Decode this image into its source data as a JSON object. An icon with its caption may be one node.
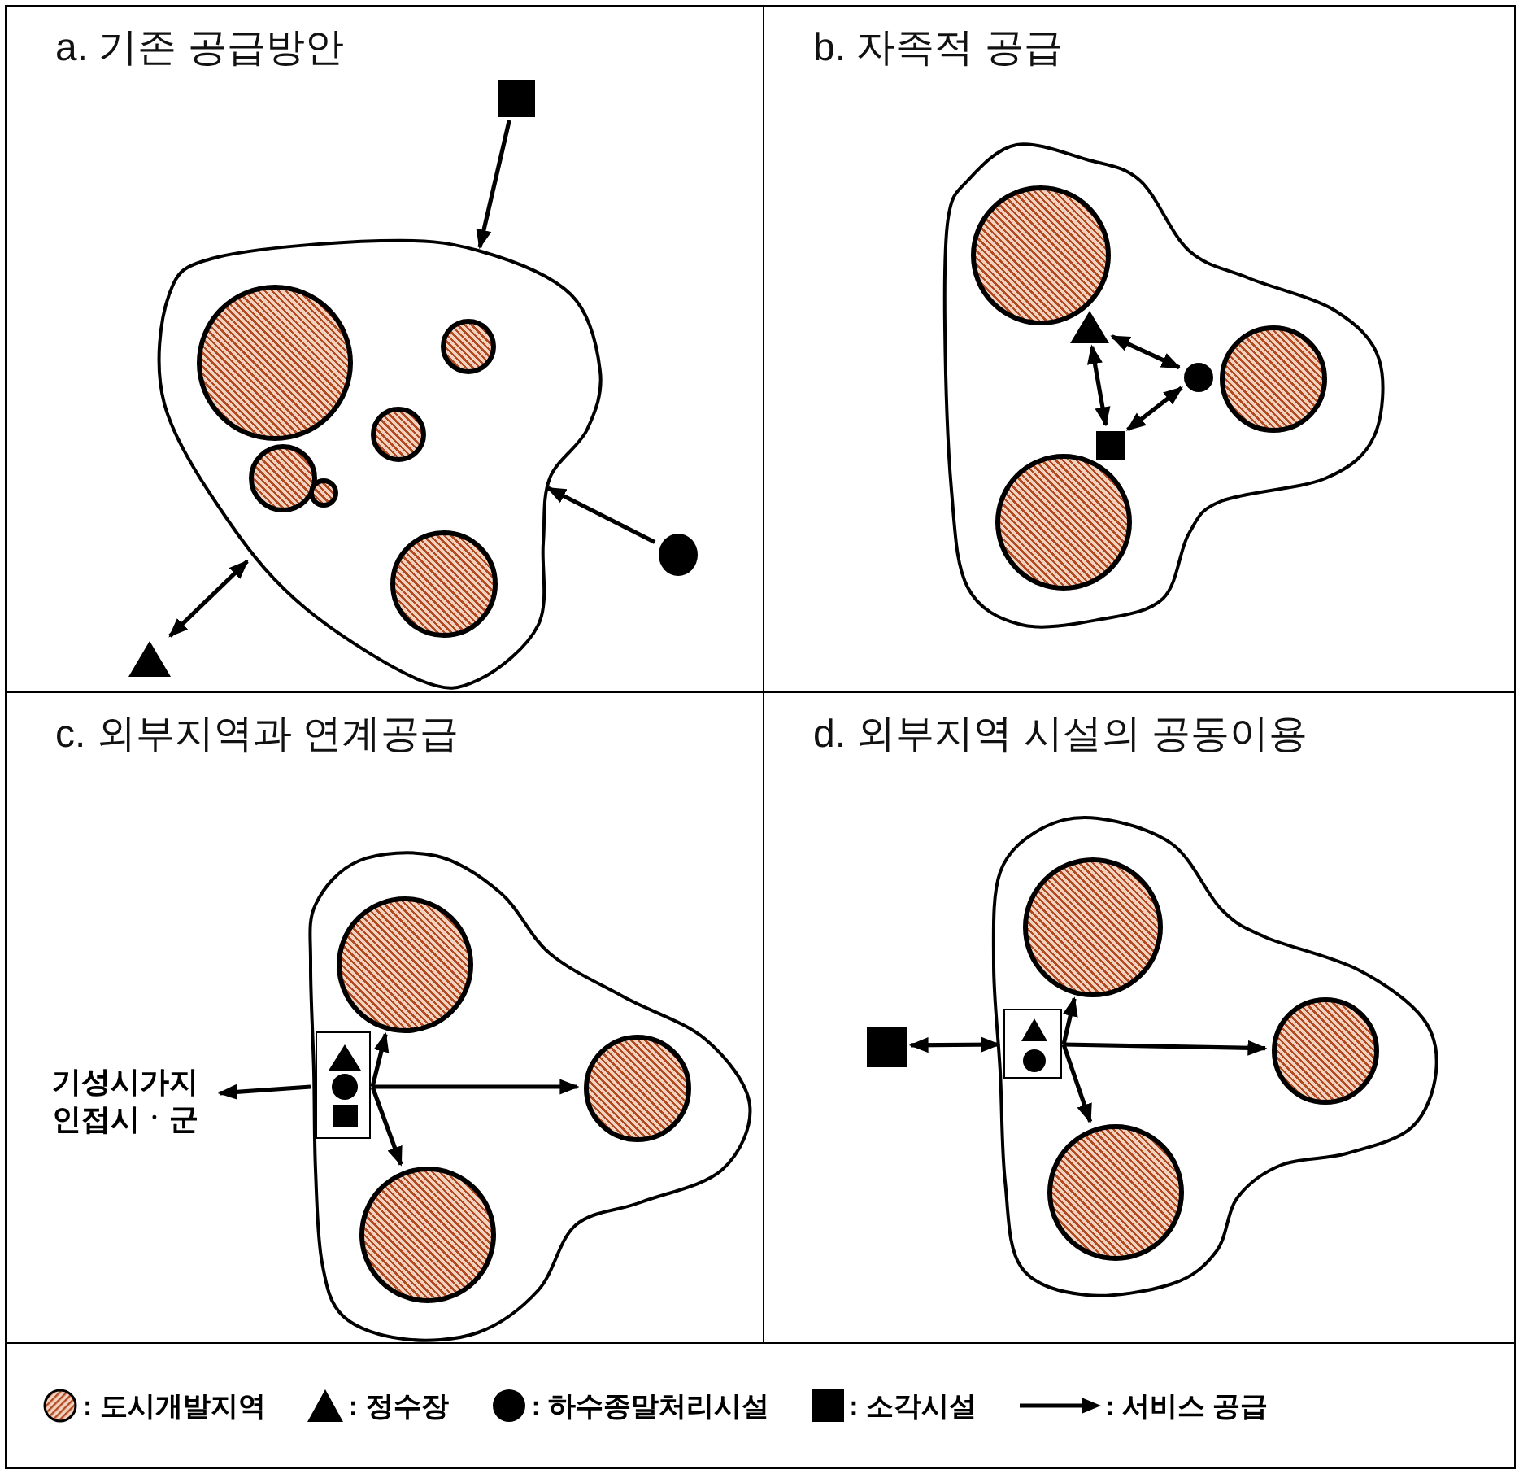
{
  "diagram": {
    "nodes": [
      {
        "text": [
          "a. 기존 공급방안"
        ]
      },
      {
        "text": [],
        "shape": "square",
        "in": 0
      },
      {
        "text": [],
        "shape": "blob",
        "in": 0
      },
      {
        "text": [],
        "shape": "circle",
        "in": 2
      },
      {
        "text": [],
        "shape": "circle",
        "in": 2
      },
      {
        "text": [],
        "shape": "circle",
        "in": 2
      },
      {
        "text": [],
        "shape": "circle",
        "in": 2
      },
      {
        "text": [],
        "shape": "circle",
        "in": 2
      },
      {
        "text": [],
        "shape": "circle",
        "in": 2
      },
      {
        "text": [],
        "shape": "circle",
        "in": 0
      },
      {
        "text": [],
        "shape": "triangle",
        "in": 0
      },
      {
        "text": [
          "b. 자족적 공급"
        ]
      },
      {
        "text": [],
        "shape": "blob",
        "in": 11
      },
      {
        "text": [],
        "shape": "circle",
        "in": 12
      },
      {
        "text": [],
        "shape": "triangle",
        "in": 12
      },
      {
        "text": [],
        "shape": "circle",
        "in": 12
      },
      {
        "text": [],
        "shape": "circle",
        "in": 12
      },
      {
        "text": [],
        "shape": "square",
        "in": 12
      },
      {
        "text": [],
        "shape": "circle",
        "in": 12
      },
      {
        "text": [
          "c. 외부지역과 연계공급"
        ]
      },
      {
        "text": [
          "기성시가지 인접시ㆍ군"
        ],
        "in": 19
      },
      {
        "text": [],
        "shape": "blob",
        "in": 19
      },
      {
        "text": [],
        "shape": "circle",
        "in": 21
      },
      {
        "text": [],
        "shape": "box",
        "in": 21
      },
      {
        "text": [],
        "shape": "triangle",
        "in": 23
      },
      {
        "text": [],
        "shape": "circle",
        "in": 23
      },
      {
        "text": [],
        "shape": "square",
        "in": 23
      },
      {
        "text": [],
        "shape": "circle",
        "in": 21
      },
      {
        "text": [],
        "shape": "circle",
        "in": 21
      },
      {
        "text": [
          "d. 외부지역 시설의 공동이용"
        ]
      },
      {
        "text": [],
        "shape": "square",
        "in": 29
      },
      {
        "text": [],
        "shape": "blob",
        "in": 29
      },
      {
        "text": [],
        "shape": "circle",
        "in": 31
      },
      {
        "text": [],
        "shape": "box",
        "in": 31
      },
      {
        "text": [],
        "shape": "triangle",
        "in": 33
      },
      {
        "text": [],
        "shape": "circle",
        "in": 33
      },
      {
        "text": [],
        "shape": "circle",
        "in": 31
      },
      {
        "text": [],
        "shape": "circle",
        "in": 31
      }
    ],
    "edges": [
      {
        "from": 1,
        "to": 2,
        "arrow": "to"
      },
      {
        "from": 9,
        "to": 2,
        "arrow": "to"
      },
      {
        "from": 10,
        "to": 2,
        "arrow": "both"
      },
      {
        "from": 14,
        "to": 15,
        "arrow": "both"
      },
      {
        "from": 14,
        "to": 17,
        "arrow": "both"
      },
      {
        "from": 17,
        "to": 15,
        "arrow": "both"
      },
      {
        "from": 23,
        "to": 20,
        "arrow": "to"
      },
      {
        "from": 23,
        "to": 22,
        "arrow": "to"
      },
      {
        "from": 23,
        "to": 27,
        "arrow": "to"
      },
      {
        "from": 23,
        "to": 28,
        "arrow": "to"
      },
      {
        "from": 30,
        "to": 33,
        "arrow": "both"
      },
      {
        "from": 33,
        "to": 32,
        "arrow": "to"
      },
      {
        "from": 33,
        "to": 36,
        "arrow": "to"
      },
      {
        "from": 33,
        "to": 37,
        "arrow": "to"
      }
    ],
    "legend": [
      {
        "text": ": 도시개발지역"
      },
      {
        "text": ": 정수장"
      },
      {
        "text": ": 하수종말처리시설"
      },
      {
        "text": ": 소각시설"
      },
      {
        "text": ": 서비스 공급"
      }
    ]
  }
}
